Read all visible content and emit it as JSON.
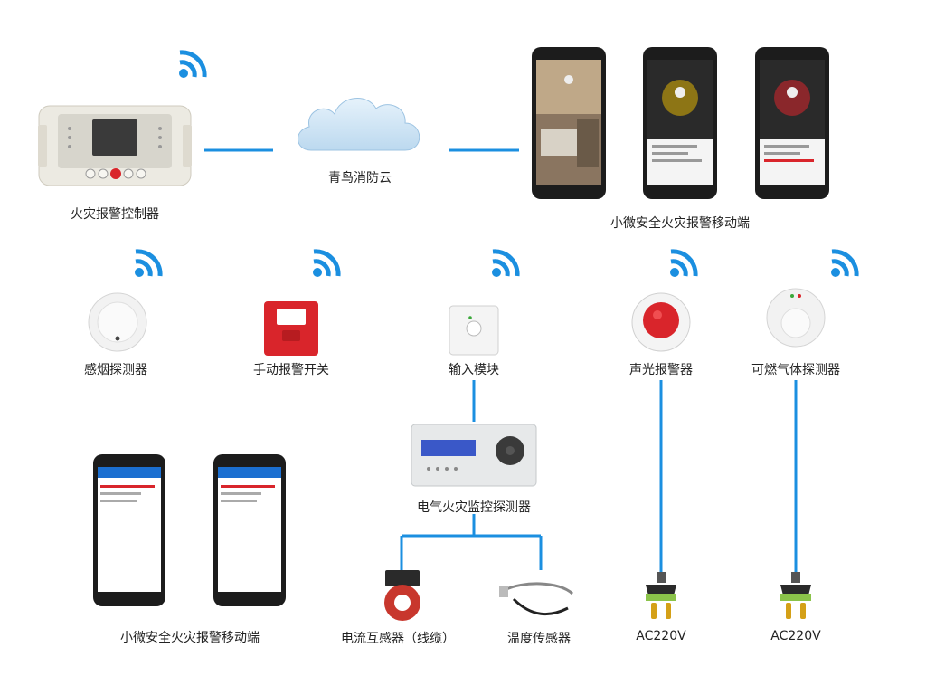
{
  "labels": {
    "controller": "火灾报警控制器",
    "cloud": "青鸟消防云",
    "mobile_top": "小微安全火灾报警移动端",
    "smoke": "感烟探测器",
    "manual": "手动报警开关",
    "input": "输入模块",
    "sound_light": "声光报警器",
    "gas": "可燃气体探测器",
    "monitor": "电气火灾监控探测器",
    "mobile_bottom": "小微安全火灾报警移动端",
    "current": "电流互感器（线缆）",
    "temp": "温度传感器",
    "ac1": "AC220V",
    "ac2": "AC220V"
  },
  "colors": {
    "wifi": "#1b8fe0",
    "line": "#1b8fe0",
    "alarm_red": "#d9252b",
    "panel_gray": "#e7e9ea"
  },
  "icons": {
    "wifi": "wifi-icon",
    "cloud": "cloud-icon",
    "plug": "power-plug-icon"
  }
}
